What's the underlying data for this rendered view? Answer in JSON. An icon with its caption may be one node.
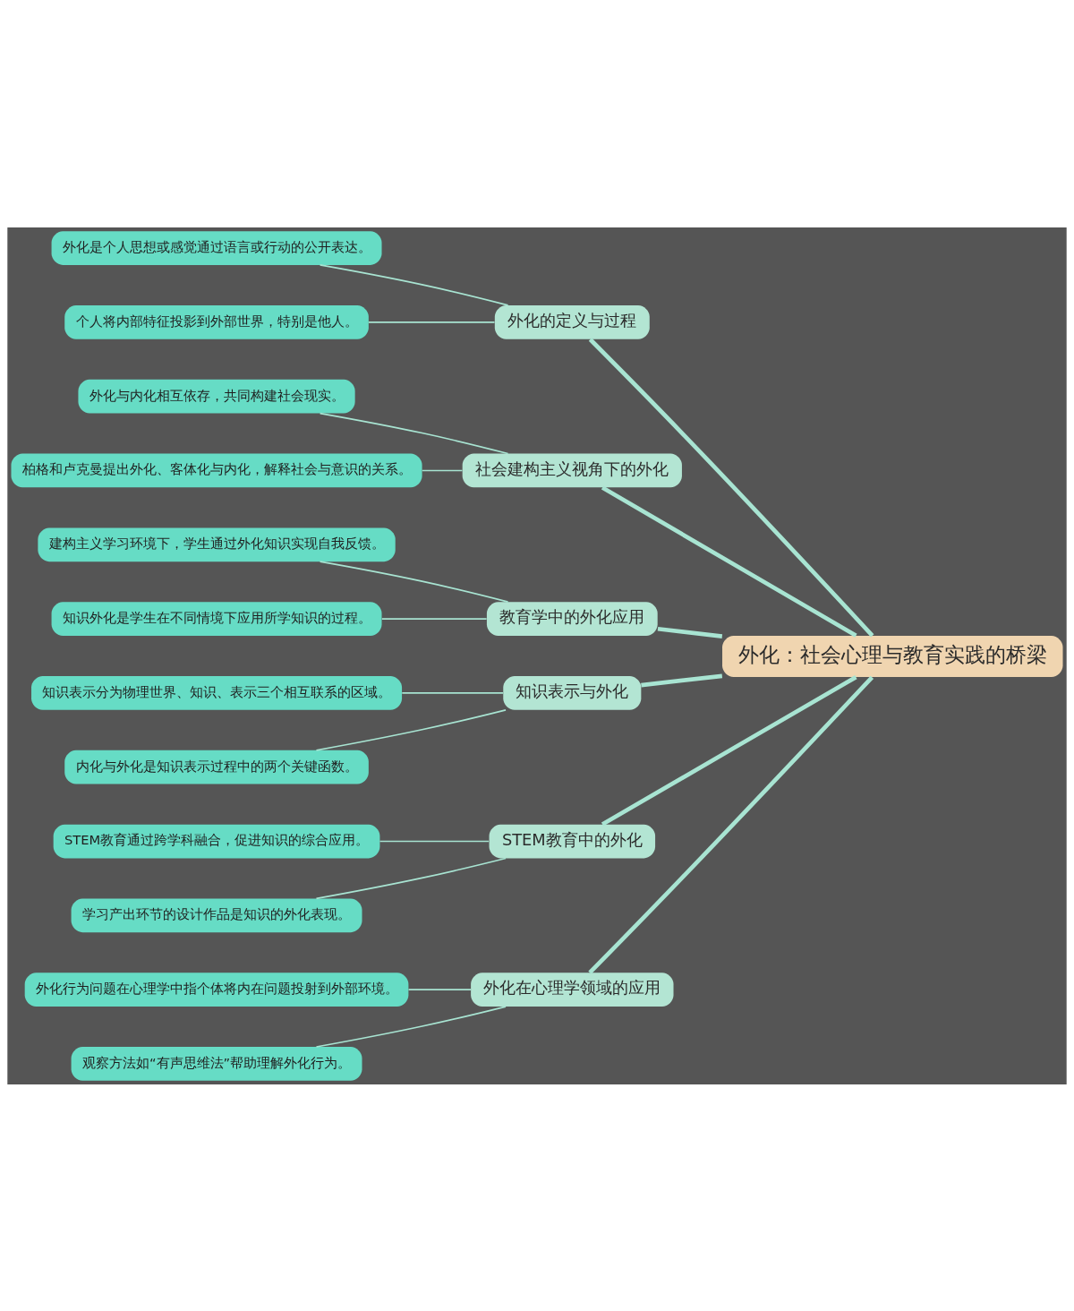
{
  "diagram": {
    "nodes": [
      {
        "text": [
          "外化：社会心理与教育实践的桥梁"
        ]
      },
      {
        "text": [
          "外化的定义与过程"
        ]
      },
      {
        "text": [
          "外化是个人思想或感觉通过语言或行动的公开表达。"
        ]
      },
      {
        "text": [
          "个人将内部特征投影到外部世界，特别是他人。"
        ]
      },
      {
        "text": [
          "社会建构主义视角下的外化"
        ]
      },
      {
        "text": [
          "外化与内化相互依存，共同构建社会现实。"
        ]
      },
      {
        "text": [
          "柏格和卢克曼提出外化、客体化与内化，解释社会与意识的关系。"
        ]
      },
      {
        "text": [
          "教育学中的外化应用"
        ]
      },
      {
        "text": [
          "建构主义学习环境下，学生通过外化知识实现自我反馈。"
        ]
      },
      {
        "text": [
          "知识外化是学生在不同情境下应用所学知识的过程。"
        ]
      },
      {
        "text": [
          "知识表示与外化"
        ]
      },
      {
        "text": [
          "知识表示分为物理世界、知识、表示三个相互联系的区域。"
        ]
      },
      {
        "text": [
          "内化与外化是知识表示过程中的两个关键函数。"
        ]
      },
      {
        "text": [
          "STEM教育中的外化"
        ]
      },
      {
        "text": [
          "STEM教育通过跨学科融合，促进知识的综合应用。"
        ]
      },
      {
        "text": [
          "学习产出环节的设计作品是知识的外化表现。"
        ]
      },
      {
        "text": [
          "外化在心理学领域的应用"
        ]
      },
      {
        "text": [
          "外化行为问题在心理学中指个体将内在问题投射到外部环境。"
        ]
      },
      {
        "text": [
          "观察方法如“有声思维法”帮助理解外化行为。"
        ]
      }
    ],
    "edges": [
      {
        "from": 0,
        "to": 1,
        "arrow": "none",
        "style": "thick"
      },
      {
        "from": 1,
        "to": 2,
        "arrow": "none"
      },
      {
        "from": 1,
        "to": 3,
        "arrow": "none"
      },
      {
        "from": 0,
        "to": 4,
        "arrow": "none",
        "style": "thick"
      },
      {
        "from": 4,
        "to": 5,
        "arrow": "none"
      },
      {
        "from": 4,
        "to": 6,
        "arrow": "none"
      },
      {
        "from": 0,
        "to": 7,
        "arrow": "none",
        "style": "thick"
      },
      {
        "from": 7,
        "to": 8,
        "arrow": "none"
      },
      {
        "from": 7,
        "to": 9,
        "arrow": "none"
      },
      {
        "from": 0,
        "to": 10,
        "arrow": "none",
        "style": "thick"
      },
      {
        "from": 10,
        "to": 11,
        "arrow": "none"
      },
      {
        "from": 10,
        "to": 12,
        "arrow": "none"
      },
      {
        "from": 0,
        "to": 13,
        "arrow": "none",
        "style": "thick"
      },
      {
        "from": 13,
        "to": 14,
        "arrow": "none"
      },
      {
        "from": 13,
        "to": 15,
        "arrow": "none"
      },
      {
        "from": 0,
        "to": 16,
        "arrow": "none",
        "style": "thick"
      },
      {
        "from": 16,
        "to": 17,
        "arrow": "none"
      },
      {
        "from": 16,
        "to": 18,
        "arrow": "none"
      }
    ]
  }
}
